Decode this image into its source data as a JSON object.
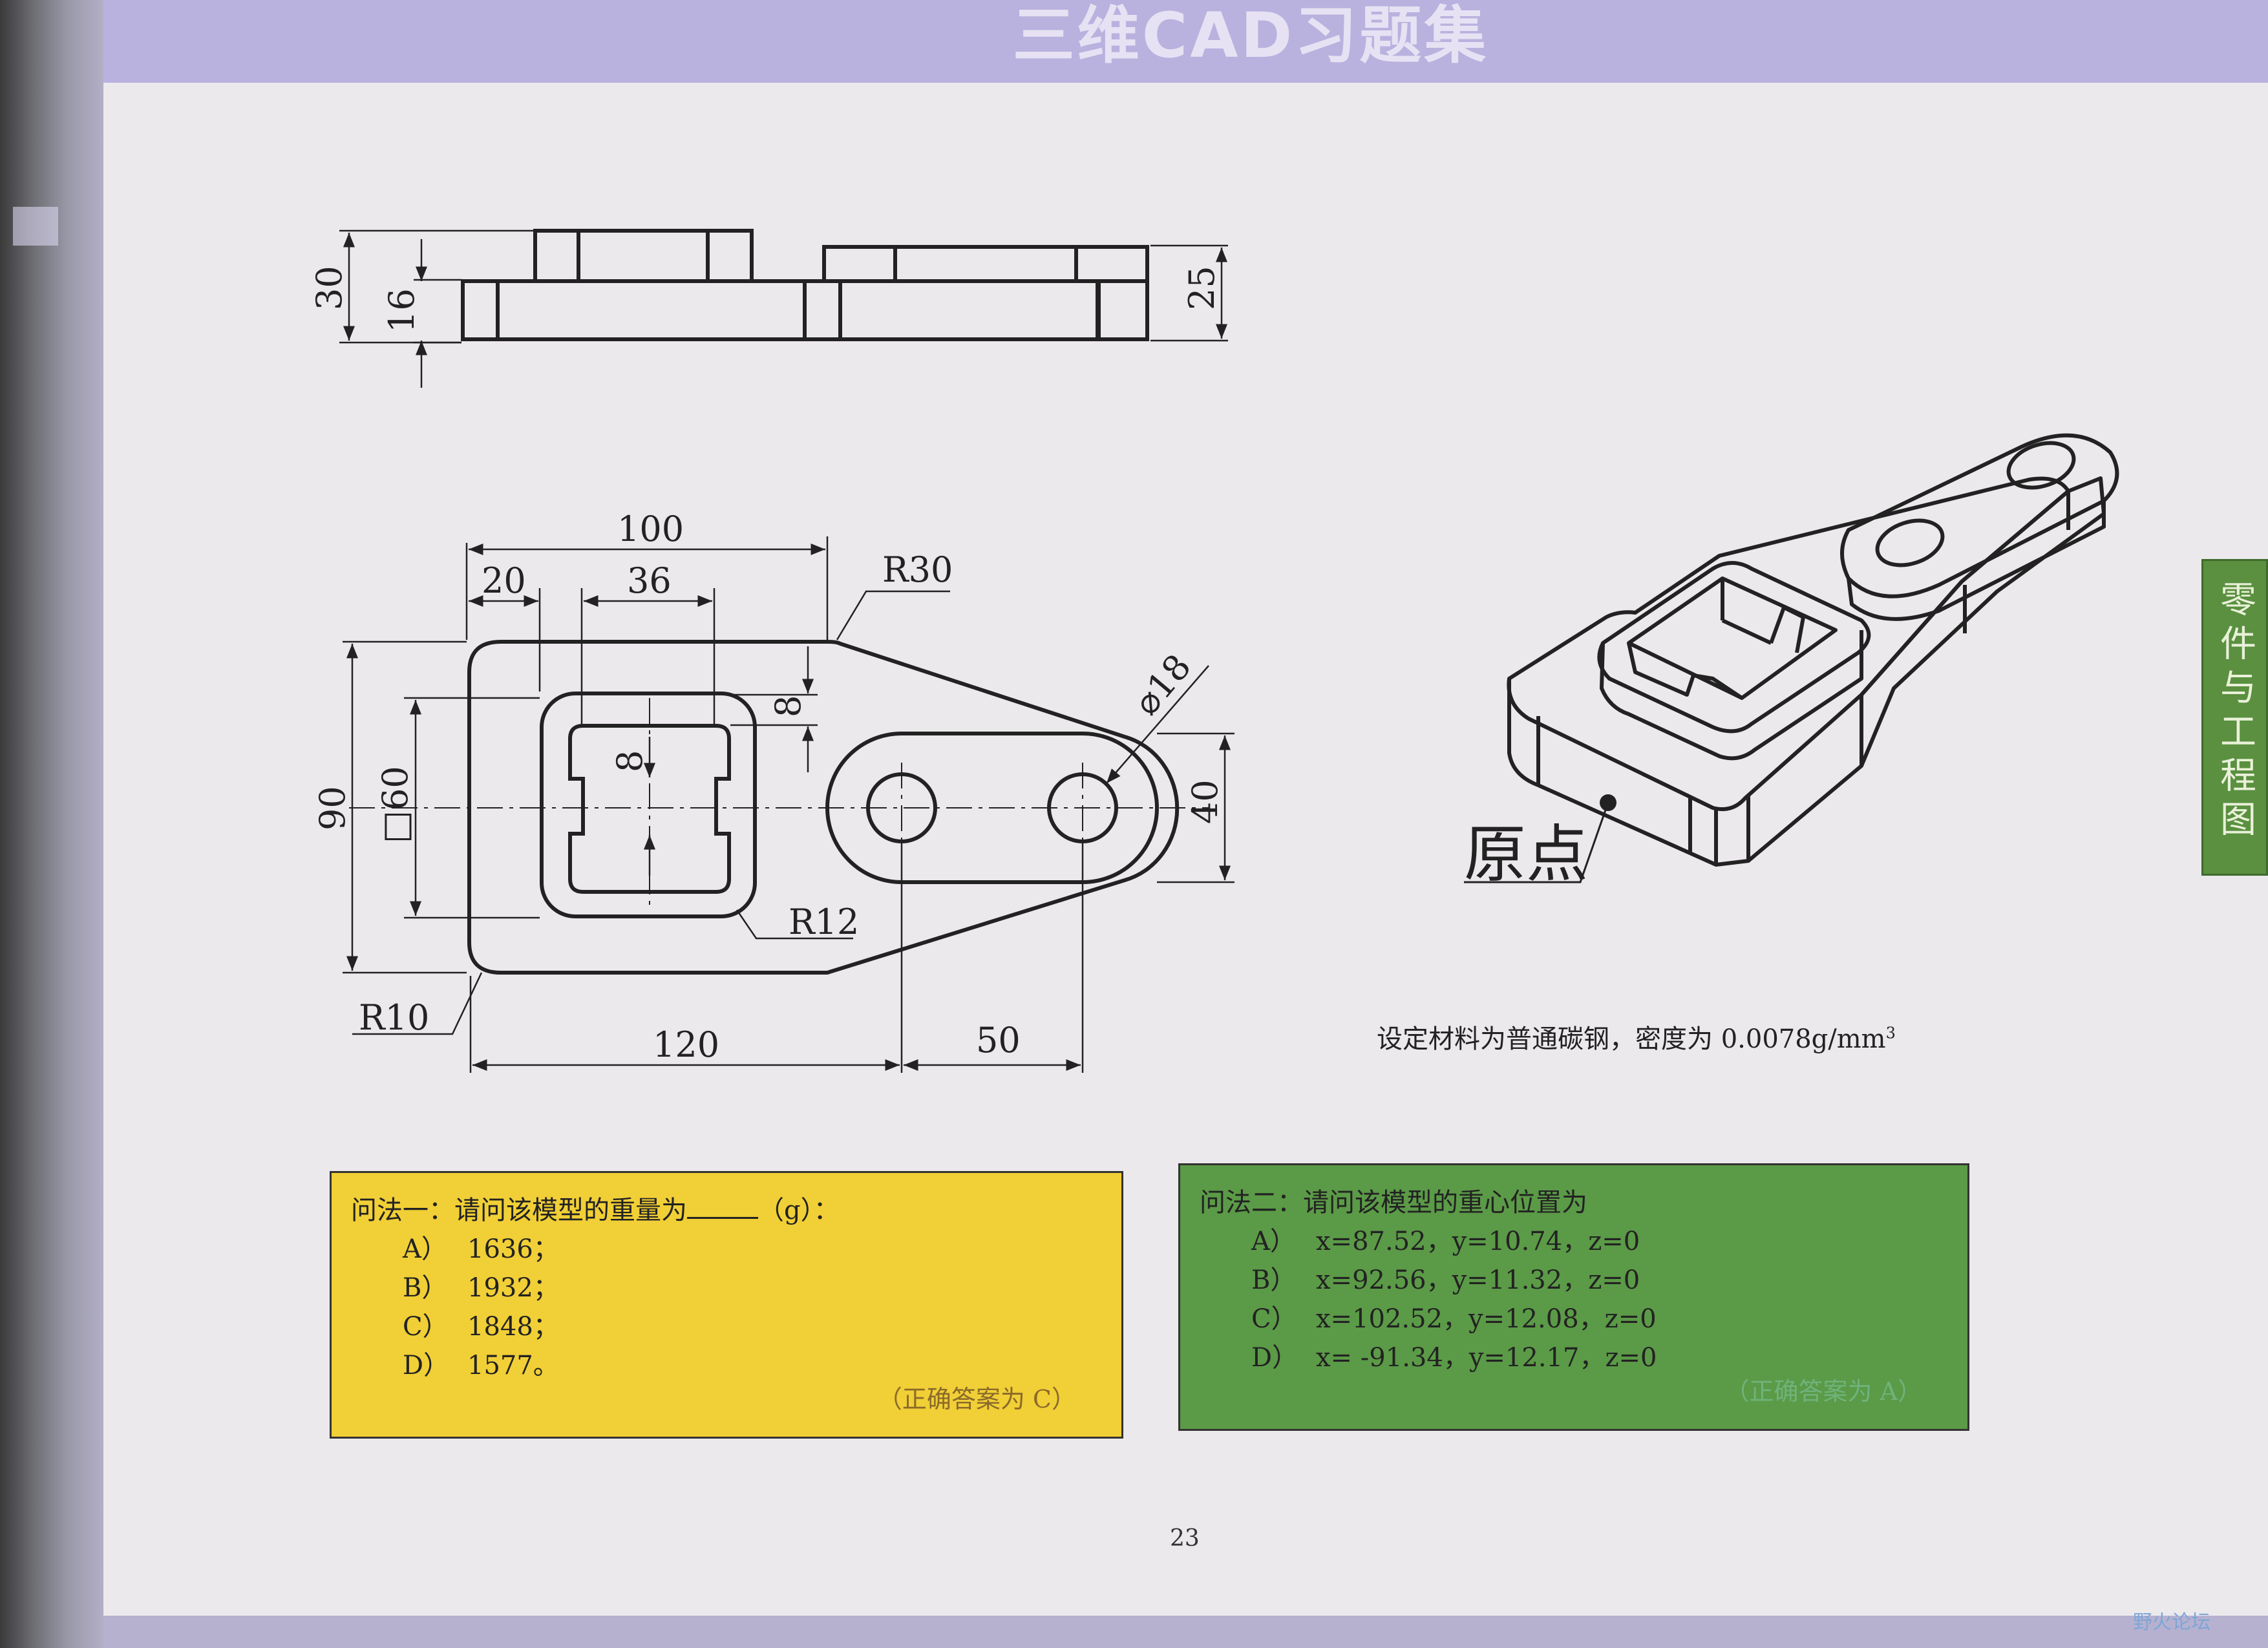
{
  "book_title": "三维CAD习题集",
  "side_tab": "零件与工程图",
  "dimensions": {
    "d30": "30",
    "d16": "16",
    "d25": "25",
    "d100": "100",
    "d20": "20",
    "d36": "36",
    "r30": "R30",
    "d8a": "8",
    "d8b": "8",
    "d18": "⌀18",
    "d90": "90",
    "sq60": "□60",
    "d40": "40",
    "r12": "R12",
    "r10": "R10",
    "d120": "120",
    "d50": "50"
  },
  "origin_label": "原点",
  "material_note": {
    "text": "设定材料为普通碳钢，密度为 0.0078g/mm",
    "sup": "3"
  },
  "question1": {
    "title_prefix": "问法一：请问该模型的重量为",
    "title_suffix": "（g）：",
    "options": [
      {
        "label": "A）",
        "value": "1636；"
      },
      {
        "label": "B）",
        "value": "1932；"
      },
      {
        "label": "C）",
        "value": "1848；"
      },
      {
        "label": "D）",
        "value": "1577。"
      }
    ],
    "answer": "（正确答案为 C）"
  },
  "question2": {
    "title": "问法二：请问该模型的重心位置为",
    "options": [
      {
        "label": "A）",
        "value": "x=87.52，y=10.74，z=0"
      },
      {
        "label": "B）",
        "value": "x=92.56，y=11.32，z=0"
      },
      {
        "label": "C）",
        "value": "x=102.52，y=12.08，z=0"
      },
      {
        "label": "D）",
        "value": "x= -91.34，y=12.17，z=0"
      }
    ],
    "answer": "（正确答案为 A）"
  },
  "page_number": "23",
  "watermark": "野火论坛",
  "colors": {
    "yellow_box": "#f1cf36",
    "green_box": "#5b9a47",
    "top_band": "#b9b2df",
    "side_tab": "#5a9040"
  }
}
